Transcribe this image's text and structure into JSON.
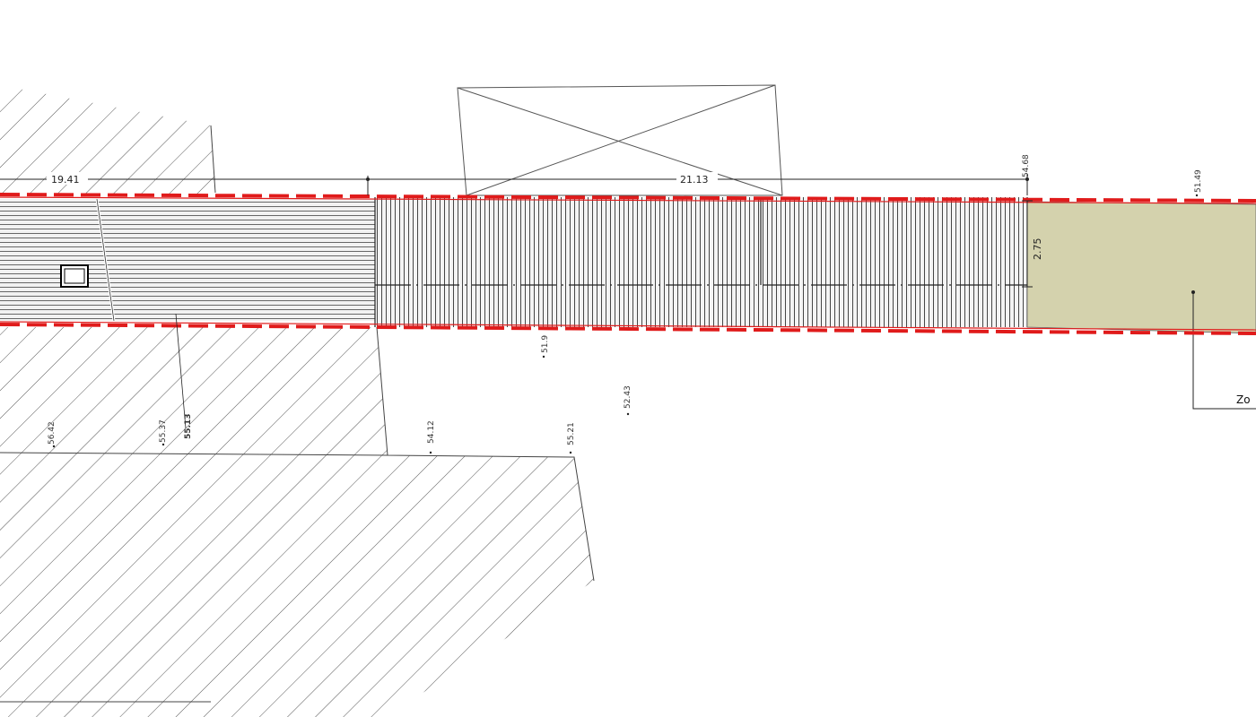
{
  "dimensions": {
    "left_length": "19.41",
    "right_length": "21.13",
    "width": "2.75"
  },
  "elevations": [
    {
      "id": "e1",
      "value": "56.42"
    },
    {
      "id": "e2",
      "value": "55.37"
    },
    {
      "id": "e3",
      "value": "55.13"
    },
    {
      "id": "e4",
      "value": "54.12"
    },
    {
      "id": "e5",
      "value": "55.21"
    },
    {
      "id": "e6",
      "value": "52.43"
    },
    {
      "id": "e7",
      "value": "51.9"
    },
    {
      "id": "e8",
      "value": "51.49"
    },
    {
      "id": "e9",
      "value": "54.68"
    }
  ],
  "zone_label": "Zo",
  "colors": {
    "boundary": "#e01b1b",
    "zone_fill": "#d4d2ad",
    "strip_fill": "#f2f2f2",
    "line": "#333333",
    "hatch": "#555555"
  }
}
